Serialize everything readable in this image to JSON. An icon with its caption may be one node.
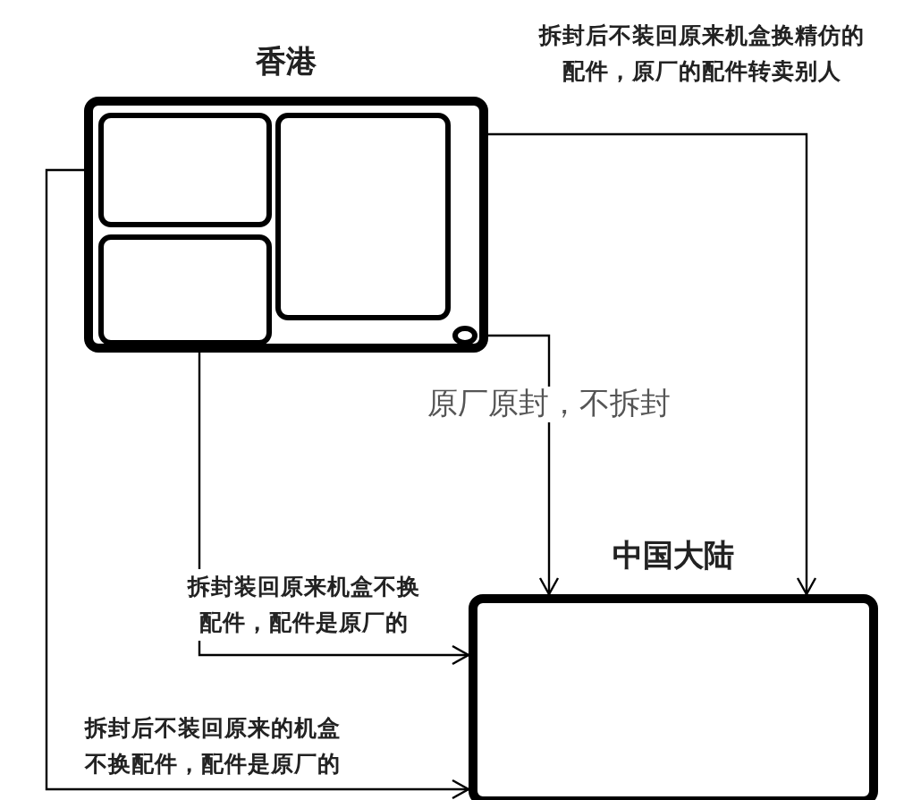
{
  "diagram": {
    "nodes": [
      {
        "text": [
          "香港"
        ]
      },
      {
        "text": [],
        "shape": "box",
        "in": 0
      },
      {
        "text": [],
        "shape": "box",
        "in": 0
      },
      {
        "text": [],
        "shape": "box",
        "in": 0
      },
      {
        "text": [],
        "shape": "circle",
        "in": 0
      },
      {
        "text": [
          "中国大陆"
        ]
      }
    ],
    "edges": [
      {
        "from": 1,
        "to": 5,
        "arrow": "to",
        "label": "拆封后不装回原来的机盒不换配件，配件是原厂的"
      },
      {
        "from": 2,
        "to": 5,
        "arrow": "to",
        "label": "拆封装回原来机盒不换配件，配件是原厂的"
      },
      {
        "from": 4,
        "to": 5,
        "arrow": "to",
        "label": "原厂原封，不拆封"
      },
      {
        "from": 3,
        "to": 5,
        "arrow": "to",
        "label": "拆封后不装回原来机盒换精仿的配件，原厂的配件转卖别人"
      }
    ]
  }
}
